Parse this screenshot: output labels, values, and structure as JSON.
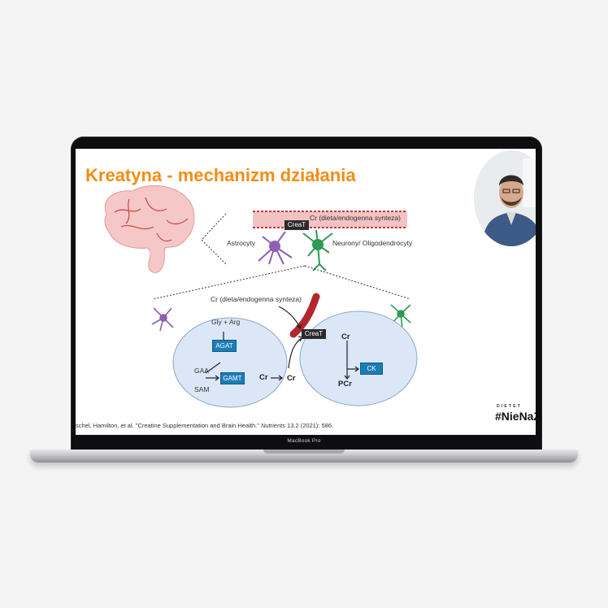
{
  "slide": {
    "title": "Kreatyna - mechanizm działania",
    "top_diagram": {
      "creat_label": "CreaT",
      "cr_source_label": "Cr (dieta/endogenna synteza)",
      "astrocytes_label": "Astrocyty",
      "neurons_label": "Neurony/ Oligodendrocyty"
    },
    "bottom_diagram": {
      "cr_source_label": "Cr (dieta/endogenna synteza)",
      "gly_arg_label": "Gly + Arg",
      "agat_label": "AGAT",
      "gaa_label": "GAA",
      "sam_label": "SAM",
      "gamt_label": "GAMT",
      "cr_label_inner": "Cr",
      "cr_label_outer": "Cr",
      "creat_label": "CreaT",
      "cr_neuron_label": "Cr",
      "ck_label": "CK",
      "pcr_label": "PCr"
    },
    "citation": {
      "authors": "schel, Hamilton, et al. \"Creatine Supplementation and Brain Health.\" ",
      "journal": "Nutrients",
      "details": " 13.2 (2021): 586."
    },
    "brand_small": "DIETET",
    "brand_main": "#NieNaZ"
  },
  "laptop": {
    "model_label": "MacBook Pro"
  },
  "colors": {
    "title": "#f28d16",
    "cell_fill": "#dbe7f6",
    "enzyme_box": "#1c7cb6",
    "astrocyte": "#8d5fb3",
    "neuron": "#2d9a55",
    "vessel": "#b3262c"
  }
}
